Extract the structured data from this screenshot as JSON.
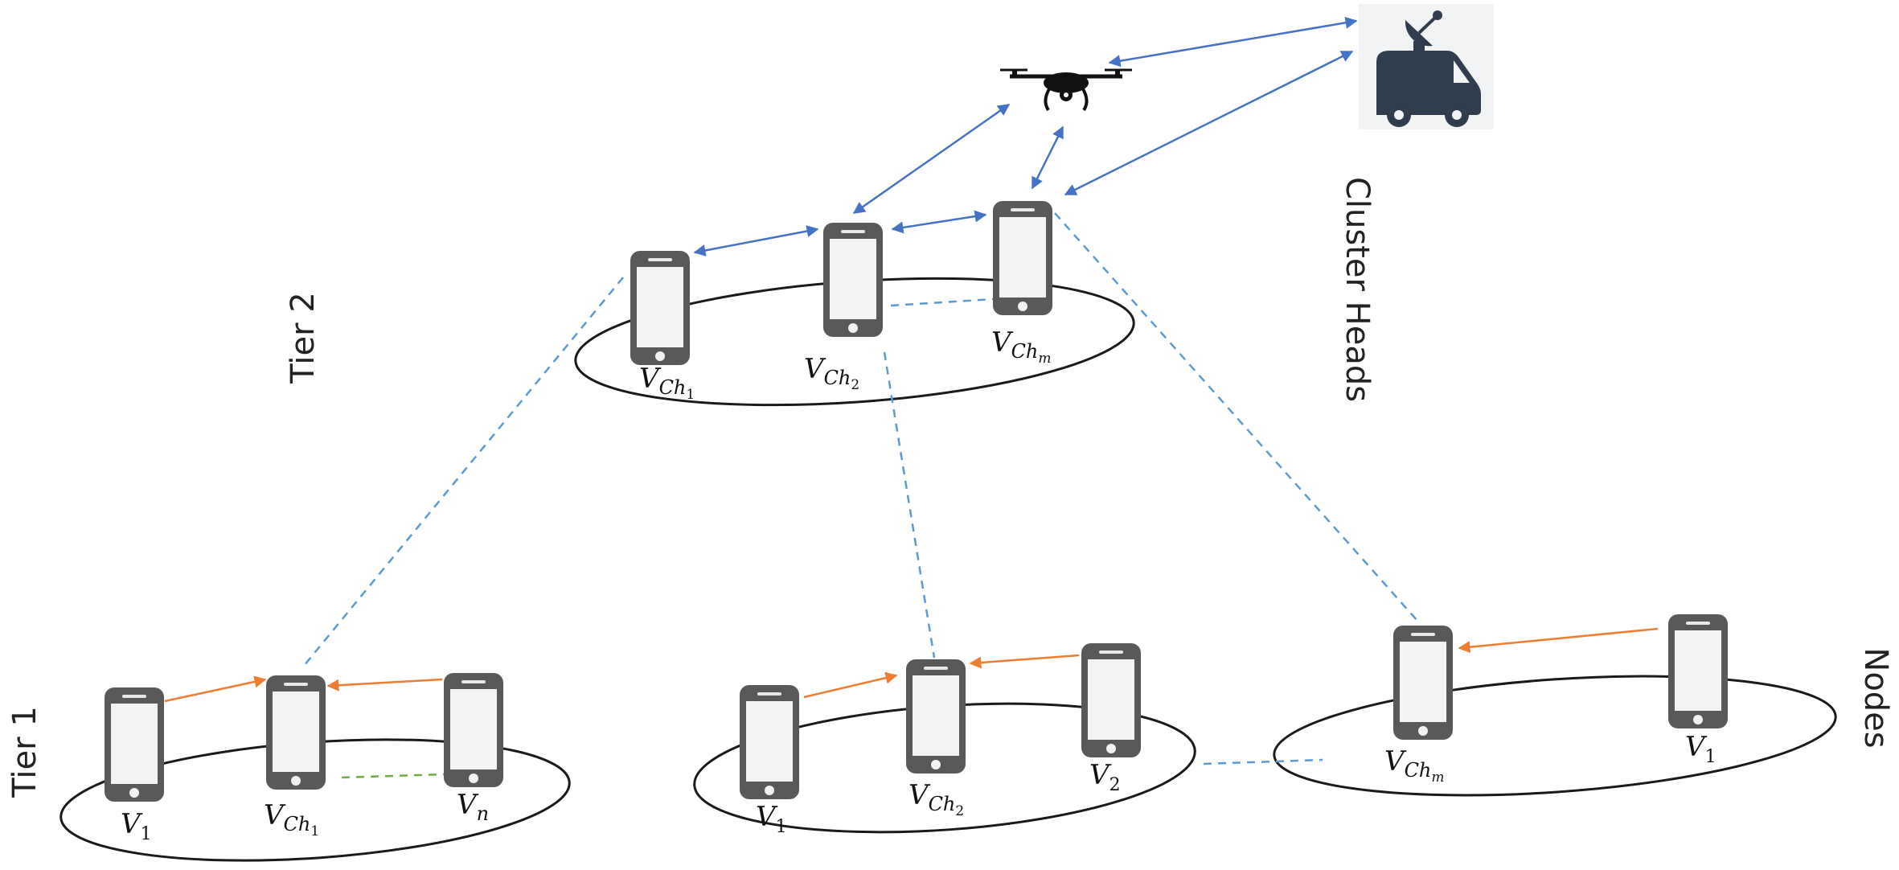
{
  "side_labels": {
    "tier2": "Tier 2",
    "tier1": "Tier 1",
    "cluster_heads": "Cluster Heads",
    "nodes": "Nodes"
  },
  "phones": {
    "t2_ch1": {
      "v": "V",
      "sub": "Ch",
      "subsub": "1"
    },
    "t2_ch2": {
      "v": "V",
      "sub": "Ch",
      "subsub": "2"
    },
    "t2_chm": {
      "v": "V",
      "sub": "Ch",
      "subsub": "m"
    },
    "c1_v1": {
      "v": "V",
      "sub": "1"
    },
    "c1_ch1": {
      "v": "V",
      "sub": "Ch",
      "subsub": "1"
    },
    "c1_vn": {
      "v": "V",
      "sub": "n"
    },
    "c2_v1": {
      "v": "V",
      "sub": "1"
    },
    "c2_ch2": {
      "v": "V",
      "sub": "Ch",
      "subsub": "2"
    },
    "c2_v2": {
      "v": "V",
      "sub": "2"
    },
    "c3_chm": {
      "v": "V",
      "sub": "Ch",
      "subsub": "m"
    },
    "c3_v1": {
      "v": "V",
      "sub": "1"
    }
  },
  "icons": {
    "drone": "drone-icon",
    "station": "satellite-van-icon",
    "phone": "smartphone-icon"
  },
  "colors": {
    "blue_link": "#4472C4",
    "orange_link": "#ED7D31",
    "green_link": "#70AD47",
    "phone_body": "#595959",
    "screen": "#f2f2f2",
    "van": "#2f3d4f"
  }
}
